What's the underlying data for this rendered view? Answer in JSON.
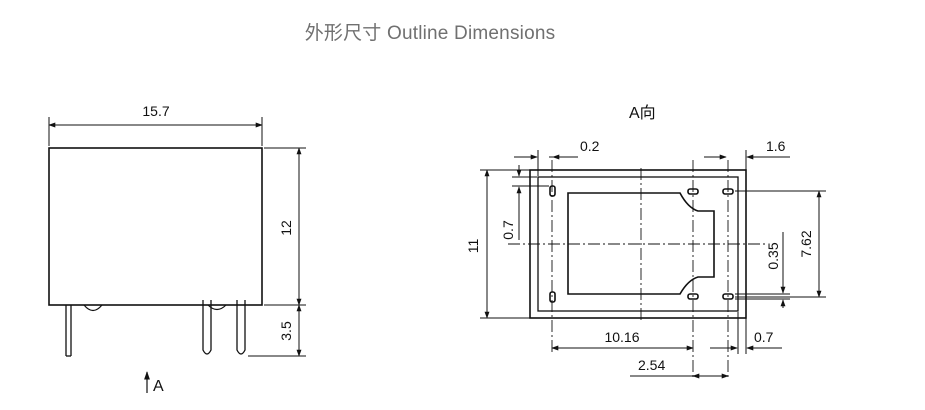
{
  "title": "外形尺寸 Outline Dimensions",
  "side_view": {
    "dim_width": "15.7",
    "dim_height": "12",
    "dim_pin": "3.5",
    "view_arrow_label": "A"
  },
  "bottom_view": {
    "view_label": "A向",
    "dim_top_left": "0.2",
    "dim_top_right": "1.6",
    "dim_left_outer": "11",
    "dim_left_inner": "0.7",
    "dim_right_inner": "0.35",
    "dim_right_outer": "7.62",
    "dim_bottom_main": "10.16",
    "dim_bottom_right": "0.7",
    "dim_bottom_pitch": "2.54"
  }
}
